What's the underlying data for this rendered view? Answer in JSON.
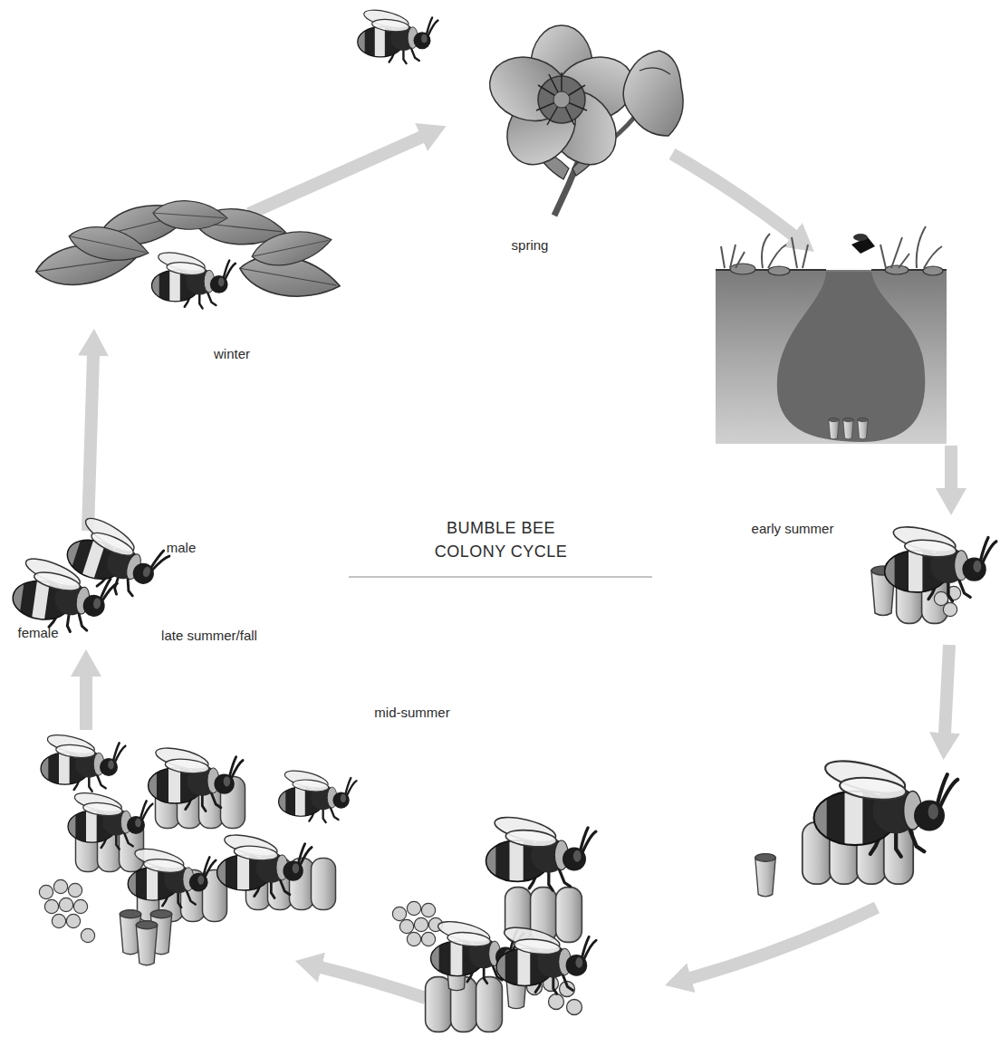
{
  "diagram": {
    "title": "BUMBLE BEE COLONY CYCLE",
    "labels": [
      "spring",
      "early summer",
      "mid-summer",
      "late summer/fall",
      "winter",
      "male",
      "female"
    ]
  }
}
